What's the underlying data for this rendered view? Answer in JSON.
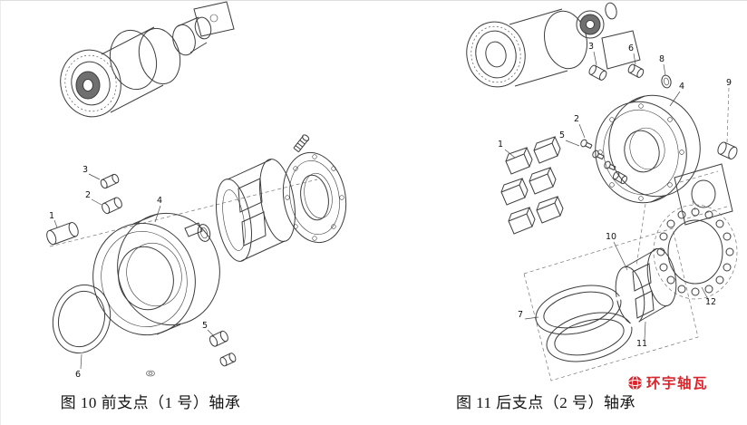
{
  "figures": [
    {
      "caption": "图 10 前支点（1 号）轴承",
      "callouts": [
        "1",
        "2",
        "3",
        "4",
        "5",
        "6"
      ]
    },
    {
      "caption": "图 11 后支点（2 号）轴承",
      "callouts": [
        "1",
        "2",
        "3",
        "4",
        "5",
        "6",
        "7",
        "8",
        "9",
        "10",
        "11",
        "12"
      ]
    }
  ],
  "watermark": {
    "text": "环宇轴瓦",
    "color": "#d9262c"
  },
  "colors": {
    "line": "#3d3d3d",
    "background": "#ffffff"
  }
}
